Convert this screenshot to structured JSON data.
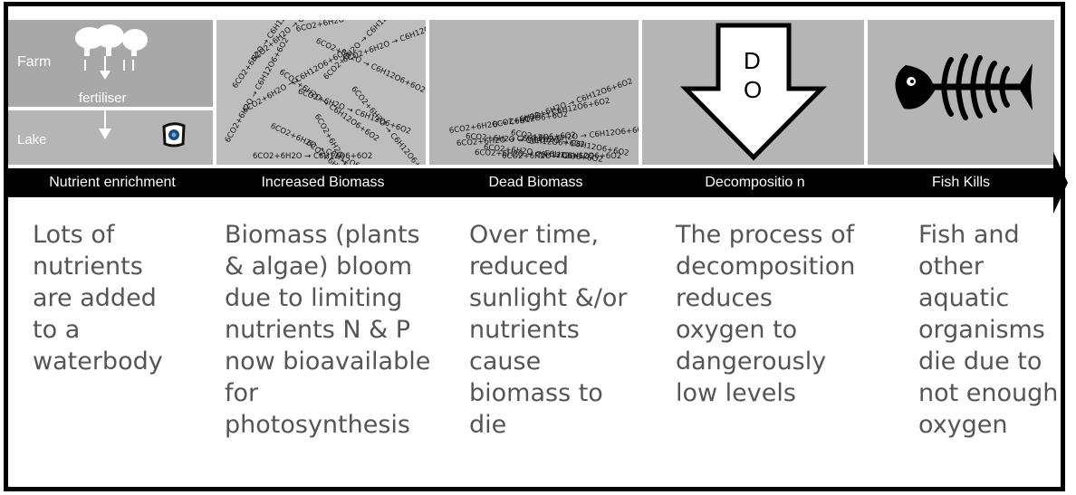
{
  "stages": [
    {
      "label": "Nutrient enrichment",
      "description": "Lots of\nnutrients\nare added\nto a\nwaterbody"
    },
    {
      "label": "Increased Biomass",
      "description": "Biomass (plants\n& algae) bloom\ndue to limiting\nnutrients N & P\nnow bioavailable\nfor\nphotosynthesis"
    },
    {
      "label": "Dead Biomass",
      "description": "Over time,\nreduced\nsunlight &/or\nnutrients\ncause\nbiomass to\ndie"
    },
    {
      "label": "Decompositio n",
      "description": "The process of\ndecomposition\nreduces\noxygen to\ndangerously\nlow levels"
    },
    {
      "label": "Fish Kills",
      "description": "Fish and\nother\naquatic\norganisms\ndie due to\nnot enough\noxygen"
    }
  ],
  "panel1": {
    "farm_label": "Farm",
    "fertiliser_label": "fertiliser",
    "lake_label": "Lake"
  },
  "panel4": {
    "do_letter1": "D",
    "do_letter2": "O"
  },
  "photosynthesis_formula": "6CO2+6H2O → C6H12O6+6O2",
  "colors": {
    "panel_gray": "#b5b5b5",
    "bar": "#000000",
    "description_text": "#555555"
  }
}
